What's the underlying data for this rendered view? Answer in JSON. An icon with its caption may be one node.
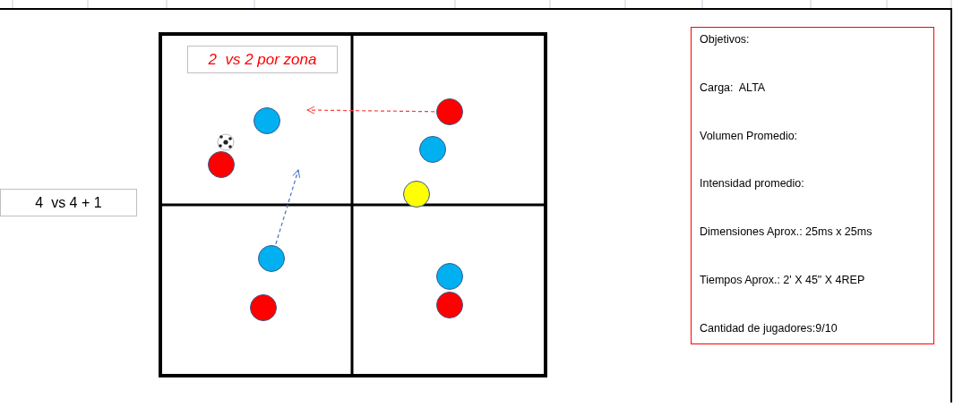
{
  "diagram": {
    "nodes": [
      {
        "text": [
          "4  vs 4 + 1"
        ]
      },
      {
        "text": [
          "2  vs 2 por zona"
        ]
      },
      {
        "text": [
          "Objetivos:",
          "Carga:  ALTA",
          "Volumen Promedio:",
          "Intensidad promedio:",
          "Dimensiones Aprox.: 25ms x 25ms",
          "Tiempos Aprox.: 2' X 45\" X 4REP",
          "Cantidad de jugadores:9/10"
        ]
      },
      {
        "text": [],
        "shape": "circle"
      },
      {
        "text": [],
        "shape": "circle"
      },
      {
        "text": [],
        "shape": "circle"
      },
      {
        "text": [],
        "shape": "circle"
      },
      {
        "text": [],
        "shape": "circle"
      },
      {
        "text": [],
        "shape": "circle"
      },
      {
        "text": [],
        "shape": "circle"
      },
      {
        "text": [],
        "shape": "circle"
      },
      {
        "text": [],
        "shape": "circle"
      }
    ],
    "edges": [
      {
        "from": 4,
        "to": null,
        "arrow": "to",
        "style": "dashed",
        "color": "#ff3b3b"
      },
      {
        "from": 8,
        "to": null,
        "arrow": "to",
        "style": "dashed",
        "color": "#4472c4"
      }
    ]
  }
}
